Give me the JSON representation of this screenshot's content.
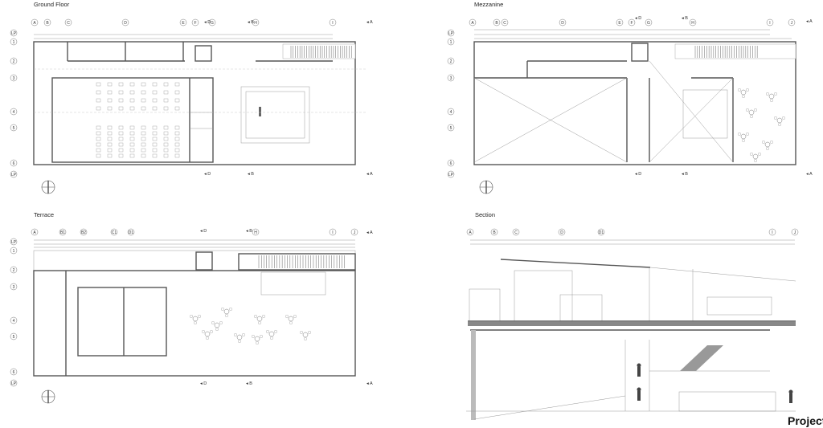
{
  "drawings": {
    "ground_floor": {
      "title": "Ground Floor",
      "grid_columns": [
        "A",
        "B",
        "C",
        "D",
        "E",
        "F",
        "G",
        "H",
        "I"
      ],
      "grid_rows": [
        "LP",
        "1",
        "2",
        "3",
        "4",
        "5",
        "6",
        "LP"
      ]
    },
    "mezzanine": {
      "title": "Mezzanine",
      "grid_columns": [
        "A",
        "B",
        "C",
        "D",
        "E",
        "F",
        "G",
        "H",
        "I",
        "J"
      ],
      "grid_rows": [
        "LP",
        "1",
        "2",
        "3",
        "4",
        "5",
        "6",
        "LP"
      ]
    },
    "terrace": {
      "title": "Terrace",
      "grid_columns": [
        "A",
        "B1",
        "B2",
        "C1",
        "D1",
        "H",
        "I",
        "J"
      ],
      "grid_rows": [
        "LP",
        "1",
        "2",
        "3",
        "4",
        "5",
        "6",
        "LP"
      ]
    },
    "section": {
      "title": "Section",
      "grid_columns": [
        "A",
        "B",
        "C",
        "D",
        "D1",
        "I",
        "J"
      ]
    }
  },
  "section_marks": [
    "D",
    "B",
    "A"
  ],
  "footer": {
    "label": "Project"
  },
  "colors": {
    "line": "#555555",
    "background": "#ffffff"
  }
}
